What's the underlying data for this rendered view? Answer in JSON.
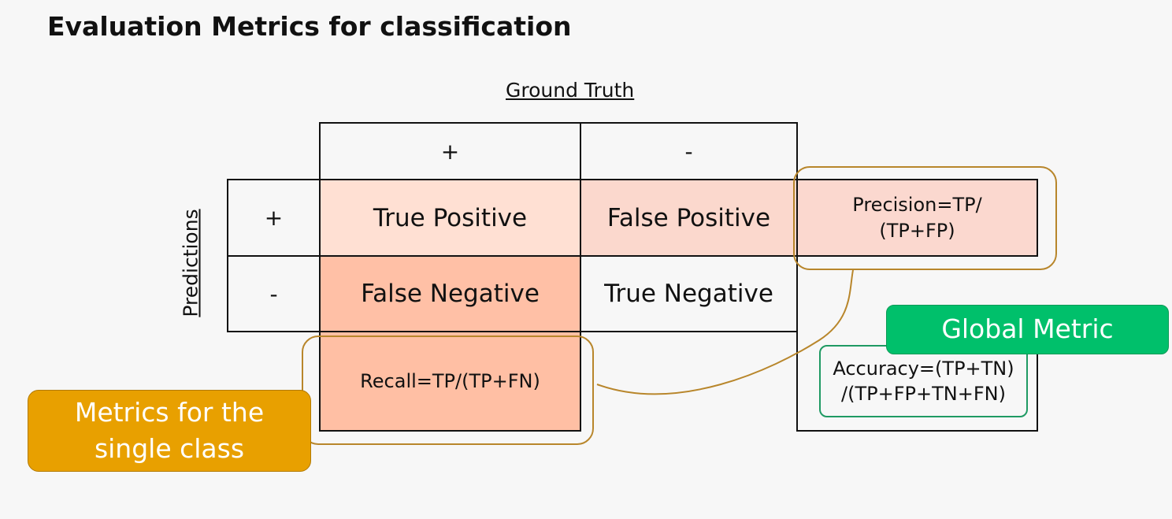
{
  "title": "Evaluation Metrics for classification",
  "ground_truth_label": "Ground Truth",
  "predictions_label": "Predictions",
  "columns": {
    "pos": "+",
    "neg": "-"
  },
  "rows": {
    "pos": "+",
    "neg": "-"
  },
  "cells": {
    "tp": "True Positive",
    "fp": "False Positive",
    "fn": "False Negative",
    "tn": "True Negative"
  },
  "precision": {
    "line1": "Precision=TP/",
    "line2": "(TP+FP)"
  },
  "recall": "Recall=TP/(TP+FN)",
  "accuracy": {
    "line1": "Accuracy=(TP+TN)",
    "line2": "/(TP+FP+TN+FN)"
  },
  "global_metric_label": "Global Metric",
  "single_class_label": {
    "line1": "Metrics for the",
    "line2": "single class"
  },
  "colors": {
    "tp_fill": "#ffe0d3",
    "fp_fill": "#fbd8cd",
    "fn_fill": "#ffc0a6",
    "recall_fill": "#ffbfa4",
    "precision_fill": "#fbd8cf",
    "global_callout": "#00c06b",
    "single_callout": "#e8a000",
    "gold_outline": "#b8862b",
    "green_outline": "#1f9a63"
  }
}
